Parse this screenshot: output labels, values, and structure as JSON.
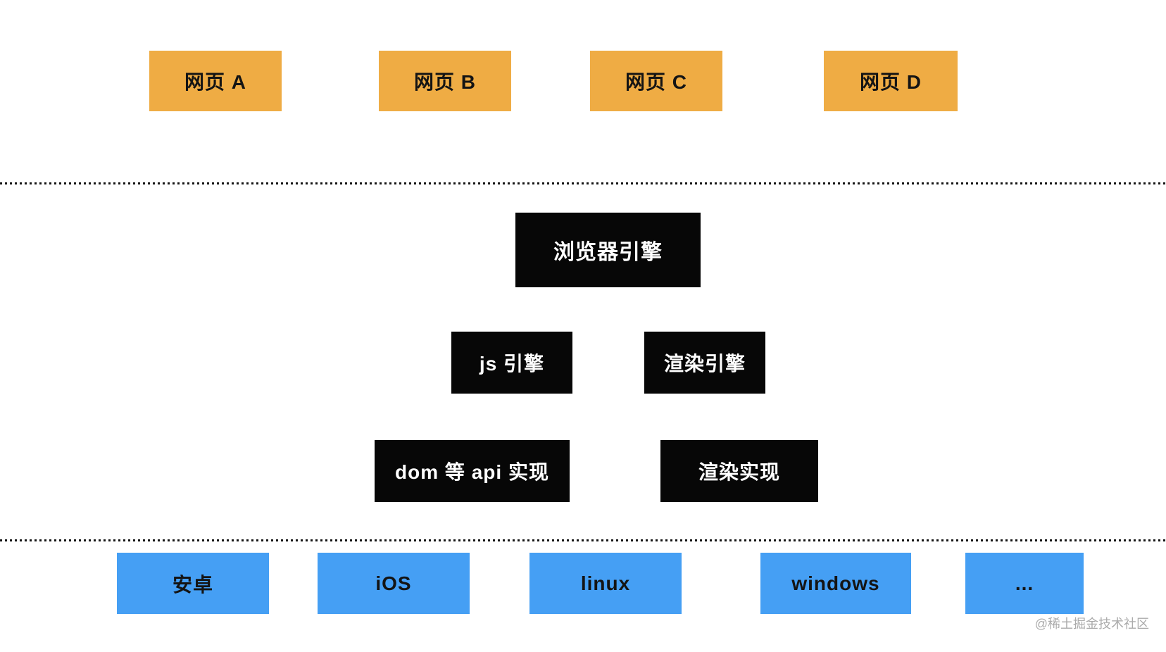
{
  "diagram": {
    "webpages": [
      {
        "label": "网页 A"
      },
      {
        "label": "网页 B"
      },
      {
        "label": "网页 C"
      },
      {
        "label": "网页 D"
      }
    ],
    "browser_engine": {
      "label": "浏览器引擎"
    },
    "sub_engines": [
      {
        "label": "js 引擎"
      },
      {
        "label": "渲染引擎"
      }
    ],
    "implementations": [
      {
        "label": "dom 等 api 实现"
      },
      {
        "label": "渲染实现"
      }
    ],
    "platforms": [
      {
        "label": "安卓"
      },
      {
        "label": "iOS"
      },
      {
        "label": "linux"
      },
      {
        "label": "windows"
      },
      {
        "label": "..."
      }
    ]
  },
  "watermark": {
    "label": "@稀土掘金技术社区"
  },
  "colors": {
    "webpage_box": "#EFAC44",
    "engine_box": "#070707",
    "platform_box": "#459FF4",
    "divider": "#141414",
    "box_text_dark": "#141414",
    "box_text_light": "#FFFFFF",
    "watermark_text": "#ABABAB",
    "background": "#FFFFFF"
  }
}
